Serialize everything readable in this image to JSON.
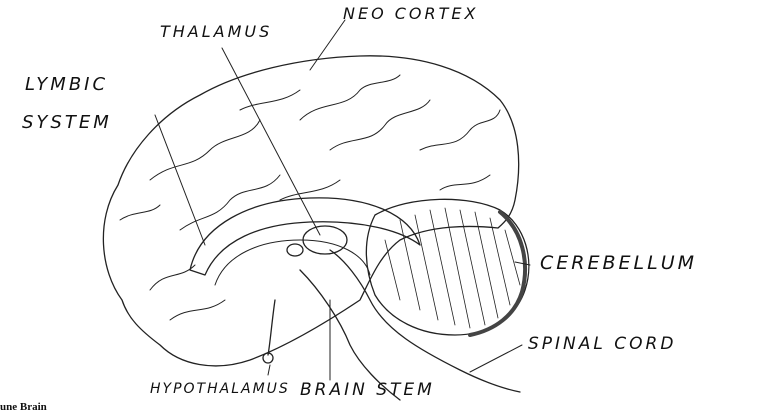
{
  "labels": {
    "thalamus": "THALAMUS",
    "neo_cortex": "NEO CORTEX",
    "lymbic_line1": "LYMBIC",
    "lymbic_line2": "SYSTEM",
    "cerebellum": "CEREBELLUM",
    "spinal_cord": "SPINAL CORD",
    "hypothalamus": "HYPOTHALAMUS",
    "brain_stem": "BRAIN STEM"
  },
  "caption": "une Brain"
}
